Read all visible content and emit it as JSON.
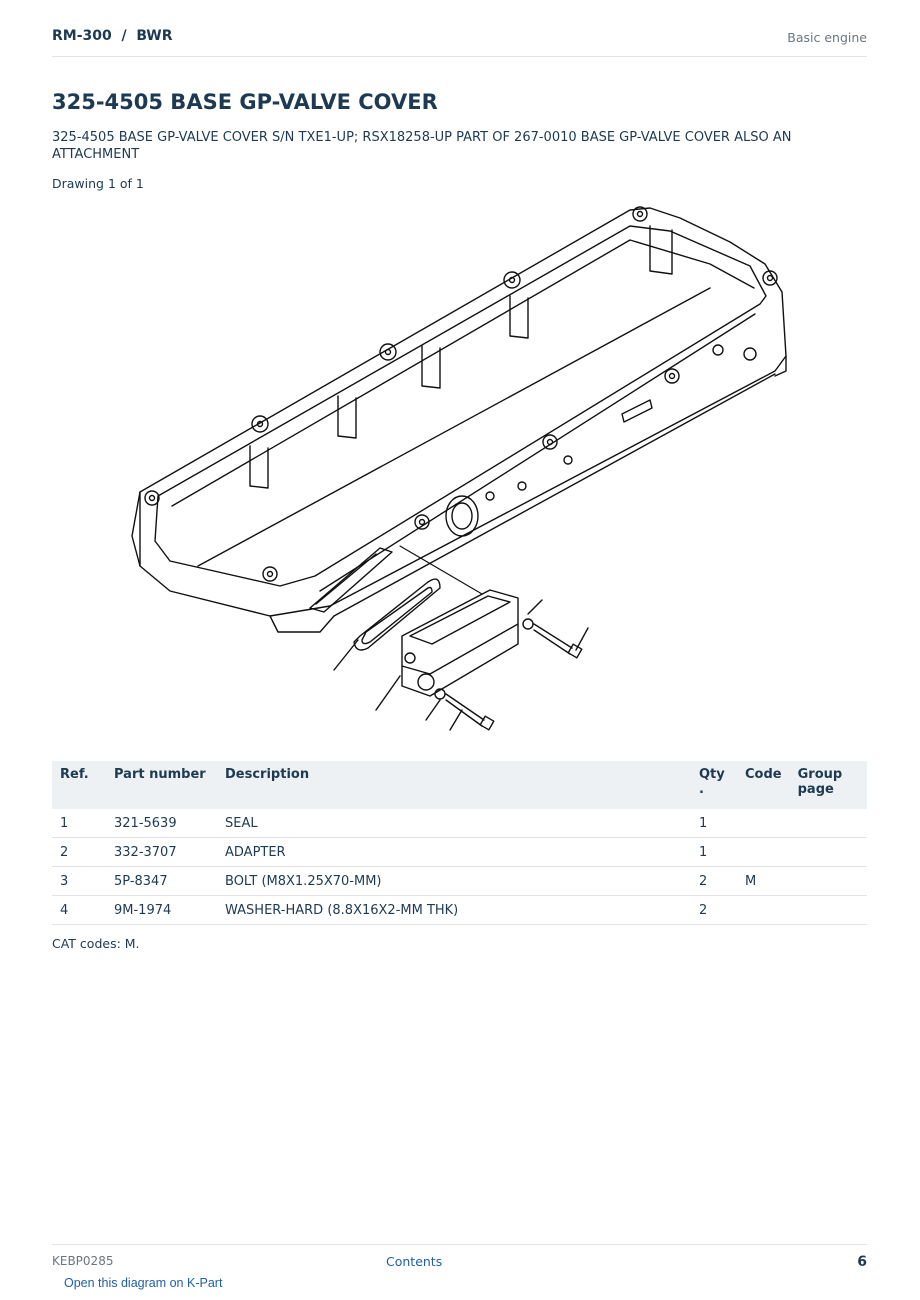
{
  "header": {
    "breadcrumb": "RM-300  /  BWR",
    "section": "Basic engine"
  },
  "page": {
    "title": "325-4505 BASE GP-VALVE COVER",
    "subtitle": "325-4505 BASE GP-VALVE COVER S/N TXE1-UP; RSX18258-UP PART OF 267-0010 BASE GP-VALVE COVER ALSO AN ATTACHMENT",
    "drawing_label": "Drawing 1 of 1"
  },
  "parts_table": {
    "headers": {
      "ref": "Ref.",
      "part_number": "Part number",
      "description": "Description",
      "qty_line1": "Qty",
      "qty_line2": ".",
      "code": "Code",
      "group_line1": "Group",
      "group_line2": "page"
    },
    "rows": [
      {
        "ref": "1",
        "part_number": "321-5639",
        "description": "SEAL",
        "qty": "1",
        "code": "",
        "group_page": ""
      },
      {
        "ref": "2",
        "part_number": "332-3707",
        "description": "ADAPTER",
        "qty": "1",
        "code": "",
        "group_page": ""
      },
      {
        "ref": "3",
        "part_number": "5P-8347",
        "description": "BOLT (M8X1.25X70-MM)",
        "qty": "2",
        "code": "M",
        "group_page": ""
      },
      {
        "ref": "4",
        "part_number": "9M-1974",
        "description": "WASHER-HARD (8.8X16X2-MM THK)",
        "qty": "2",
        "code": "",
        "group_page": ""
      }
    ]
  },
  "cat_codes": "CAT codes: M.",
  "footer": {
    "doc_id": "KEBP0285",
    "contents_link": "Contents",
    "page_number": "6",
    "open_link": "Open this diagram on K-Part"
  }
}
